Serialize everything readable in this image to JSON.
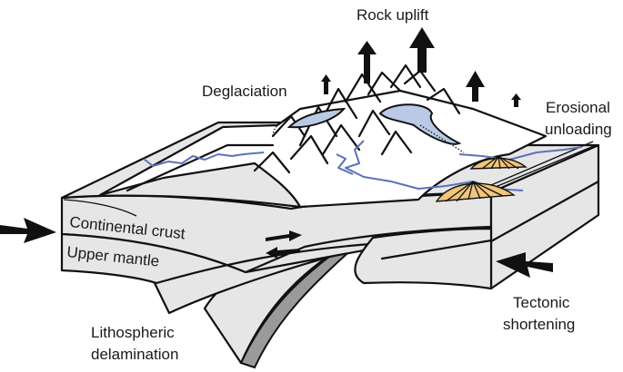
{
  "figure": {
    "type": "block-diagram",
    "subject": "Mountain belt lithosphere with drivers of rock uplift"
  },
  "labels": {
    "rock_uplift": "Rock uplift",
    "deglaciation": "Deglaciation",
    "erosional_unloading_line1": "Erosional",
    "erosional_unloading_line2": "unloading",
    "continental_crust": "Continental crust",
    "upper_mantle": "Upper mantle",
    "lithospheric_delamination_line1": "Lithospheric",
    "lithospheric_delamination_line2": "delamination",
    "tectonic_shortening_line1": "Tectonic",
    "tectonic_shortening_line2": "shortening"
  },
  "colors": {
    "slab_fill": "#e6e6e6",
    "snow_fill": "#ffffff",
    "glacier_ice": "#b9c9e6",
    "river": "#5a72b8",
    "alluvial_fan": "#f1c57a",
    "delaminated_underside": "#9a9a9a",
    "outline": "#111111"
  },
  "uplift_arrows": [
    {
      "name": "small-left",
      "relative_size": "small"
    },
    {
      "name": "medium-left",
      "relative_size": "medium"
    },
    {
      "name": "large-center",
      "relative_size": "large"
    },
    {
      "name": "medium-right",
      "relative_size": "medium"
    },
    {
      "name": "small-right",
      "relative_size": "small"
    }
  ]
}
